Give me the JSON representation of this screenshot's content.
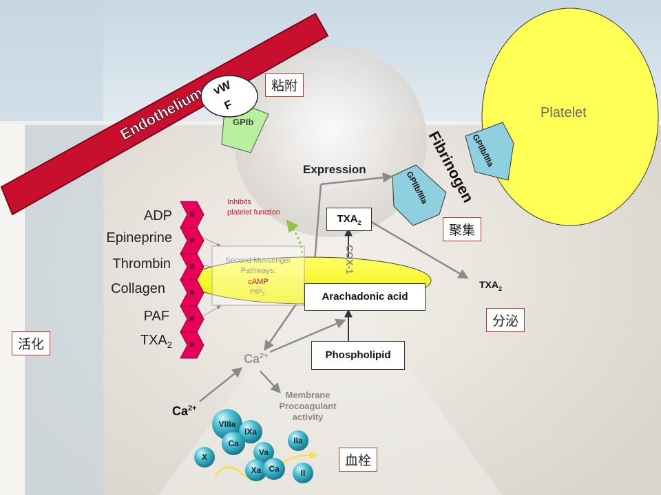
{
  "membrane": {
    "label": "Endothelium"
  },
  "vwf": {
    "label_line1": "vW",
    "label_line2": "F"
  },
  "gpib": {
    "label": "GPIb"
  },
  "platelet": {
    "label": "Platelet"
  },
  "fibrinogen": {
    "label": "Fibrinogen"
  },
  "gp2b3a": {
    "label": "GPIIb/IIIa"
  },
  "expression": {
    "label": "Expression"
  },
  "txa2_box": {
    "label": "TXA",
    "sub": "2"
  },
  "txa2_out": {
    "label": "TXA",
    "sub": "2"
  },
  "cox": {
    "label": "COX-1"
  },
  "arachidonic": {
    "label": "Arachadonic acid"
  },
  "phospholipid": {
    "label": "Phospholipid"
  },
  "inhibits": {
    "line1": "Inhibits",
    "line2": "platelet function"
  },
  "second_messenger": {
    "line1": "Second Messenger",
    "line2": "Pathways:",
    "camp": "cAMP",
    "pip": "PIP",
    "pip_sub": "2"
  },
  "receptor_letter": "R",
  "agonists": [
    {
      "label": "ADP"
    },
    {
      "label": "Epineprine"
    },
    {
      "label": "Thrombin"
    },
    {
      "label": "Collagen"
    },
    {
      "label": "PAF"
    },
    {
      "label": "TXA",
      "sub": "2"
    }
  ],
  "ca_inner": {
    "label": "Ca",
    "sup": "2+"
  },
  "ca_outer": {
    "label": "Ca",
    "sup": "2+"
  },
  "membrane_proco": {
    "line1": "Membrane",
    "line2": "Procoagulant",
    "line3": "activity"
  },
  "factors": [
    "VIIIa",
    "IXa",
    "Ca",
    "IIa",
    "X",
    "Va",
    "Xa",
    "Ca",
    "II"
  ],
  "chinese_labels": {
    "adhesion": "粘附",
    "aggregation": "聚集",
    "secretion": "分泌",
    "activation": "活化",
    "thrombus": "血栓"
  },
  "colors": {
    "endothelium": "#c8102e",
    "platelet": "#ffff55",
    "receptor": "#e8005a",
    "gp_blue": "#8fd0e0",
    "gpib_green": "#b9f0a0",
    "cn_border": "#c0392b",
    "factor_teal": "#3ab6c8"
  }
}
